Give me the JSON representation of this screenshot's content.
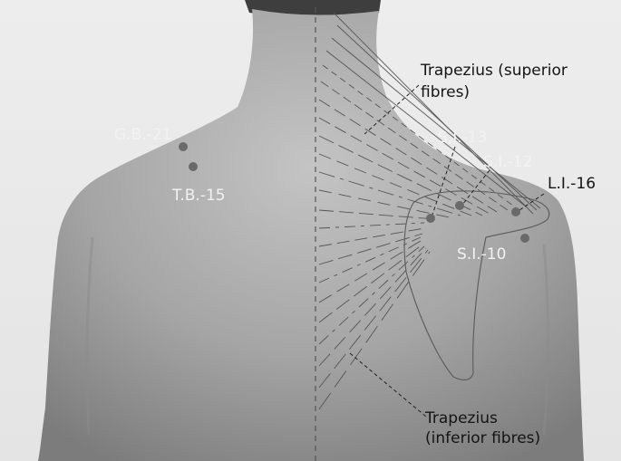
{
  "figure": {
    "labels": {
      "gb21": "G.B.-21",
      "tb15": "T.B.-15",
      "si13": "S.I.-13",
      "si12": "S.I.-12",
      "li16": "L.I.-16",
      "si10": "S.I.-10",
      "trap_sup_1": "Trapezius (superior",
      "trap_sup_2": "fibres)",
      "trap_inf_1": "Trapezius",
      "trap_inf_2": "(inferior fibres)"
    },
    "colors": {
      "background": "#e6e6e6",
      "skin": "#a9a9a9",
      "point": "#6a6a6a",
      "muscle_line": "#5a5a5a"
    }
  }
}
